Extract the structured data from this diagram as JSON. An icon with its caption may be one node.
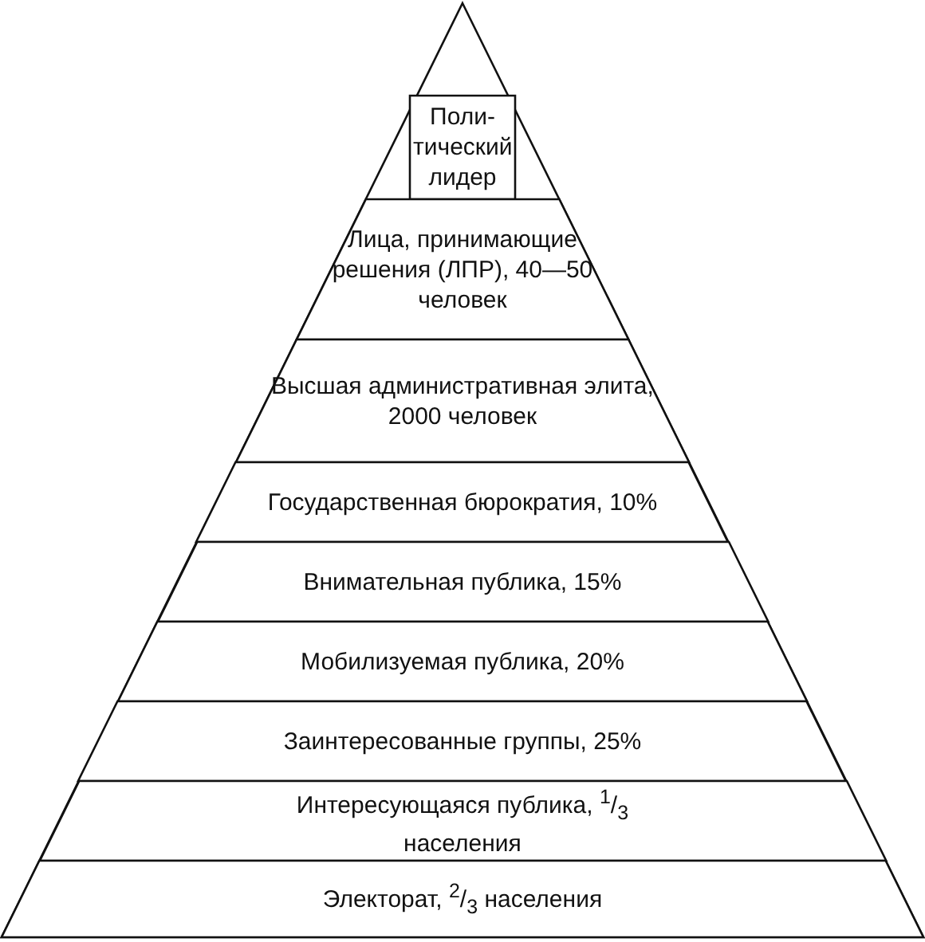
{
  "diagram": {
    "nodes": [
      {
        "text": [
          "Поли- тический лидер"
        ]
      },
      {
        "text": [
          "Лица, принимающие решения (ЛПР), 40—50 человек"
        ]
      },
      {
        "text": [
          "Высшая административная элита, 2000 человек"
        ]
      },
      {
        "text": [
          "Государственная бюрократия, 10%"
        ]
      },
      {
        "text": [
          "Внимательная публика, 15%"
        ]
      },
      {
        "text": [
          "Мобилизуемая публика, 20%"
        ]
      },
      {
        "text": [
          "Заинтересованные группы, 25%"
        ]
      },
      {
        "text": [
          "Интересующаяся публика, $^{1}$/$_{3}$ населения"
        ]
      },
      {
        "text": [
          "Электорат, $^{2}$/$_{3}$ населения"
        ]
      }
    ]
  }
}
